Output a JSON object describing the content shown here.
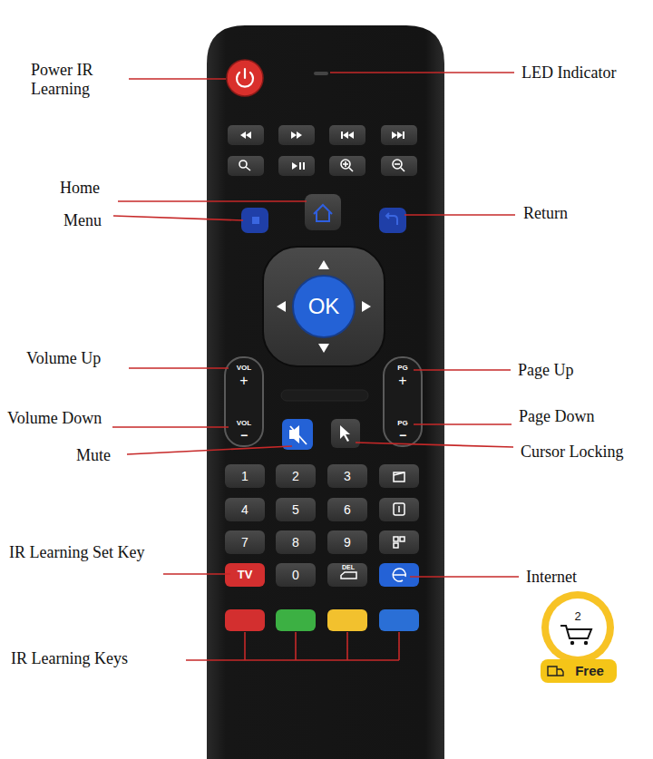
{
  "diagram": {
    "labels": [
      "Power IR Learning",
      "LED Indicator",
      "Home",
      "Menu",
      "Return",
      "OK",
      "Volume Up",
      "VOL",
      "+",
      "Page Up",
      "PG",
      "+",
      "Volume Down",
      "VOL",
      "−",
      "Mute",
      "PG",
      "−",
      "Page Down",
      "Cursor Locking",
      "1",
      "2",
      "3",
      "4",
      "5",
      "6",
      "7",
      "8",
      "9",
      "IR Learning Set Key",
      "TV",
      "0",
      "DEL",
      "Internet",
      "2",
      "Free",
      "IR Learning Keys"
    ]
  }
}
